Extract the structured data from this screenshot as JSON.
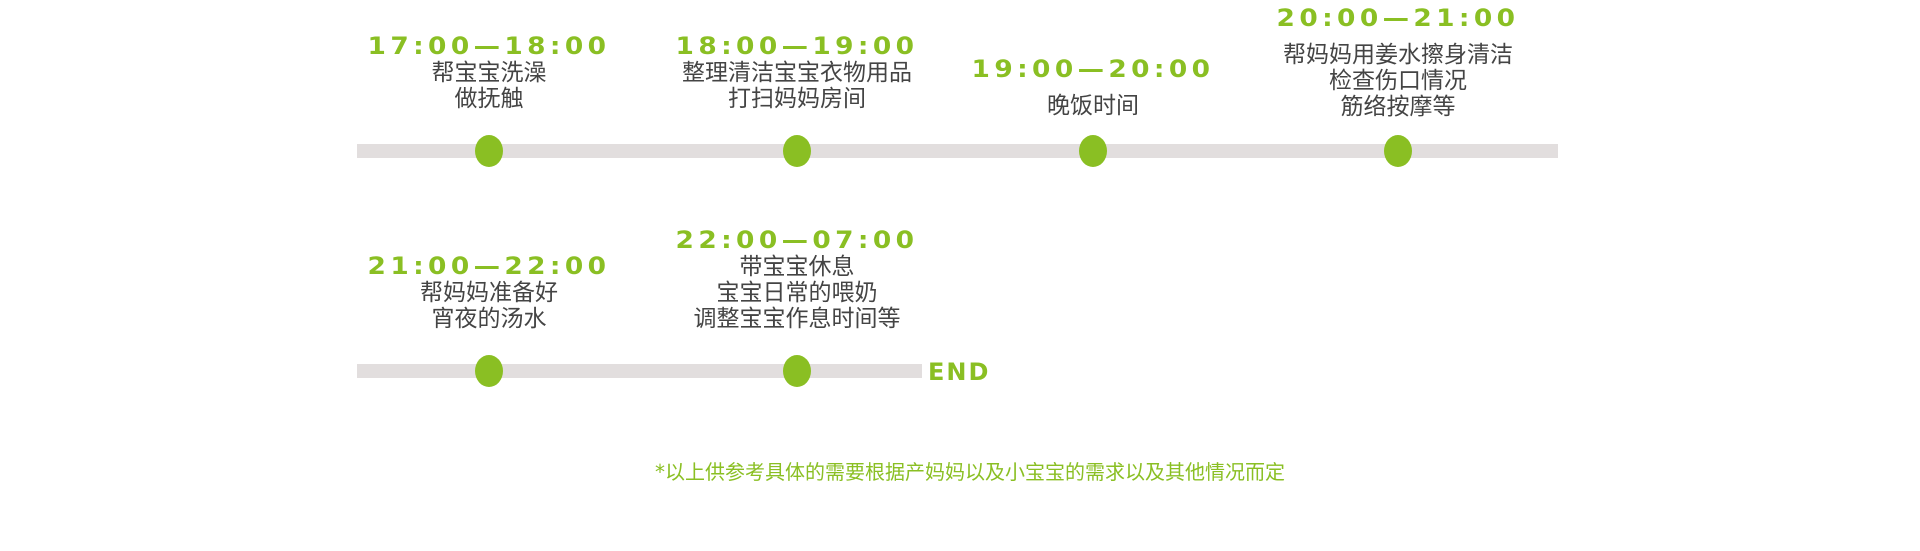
{
  "row1": [
    {
      "time": "17:00—18:00",
      "lines": [
        "帮宝宝洗澡",
        "做抚触"
      ]
    },
    {
      "time": "18:00—19:00",
      "lines": [
        "整理清洁宝宝衣物用品",
        "打扫妈妈房间"
      ]
    },
    {
      "time": "19:00—20:00",
      "lines": [
        "晚饭时间"
      ]
    },
    {
      "time": "20:00—21:00",
      "lines": [
        "帮妈妈用姜水擦身清洁",
        "检查伤口情况",
        "筋络按摩等"
      ]
    }
  ],
  "row2": [
    {
      "time": "21:00—22:00",
      "lines": [
        "帮妈妈准备好",
        "宵夜的汤水"
      ]
    },
    {
      "time": "22:00—07:00",
      "lines": [
        "带宝宝休息",
        "宝宝日常的喂奶",
        "调整宝宝作息时间等"
      ]
    }
  ],
  "end_label": "END",
  "footnote": "*以上供参考具体的需要根据产妈妈以及小宝宝的需求以及其他情况而定",
  "colors": {
    "accent": "#8abf23",
    "track": "#e2dede",
    "text": "#444444"
  }
}
